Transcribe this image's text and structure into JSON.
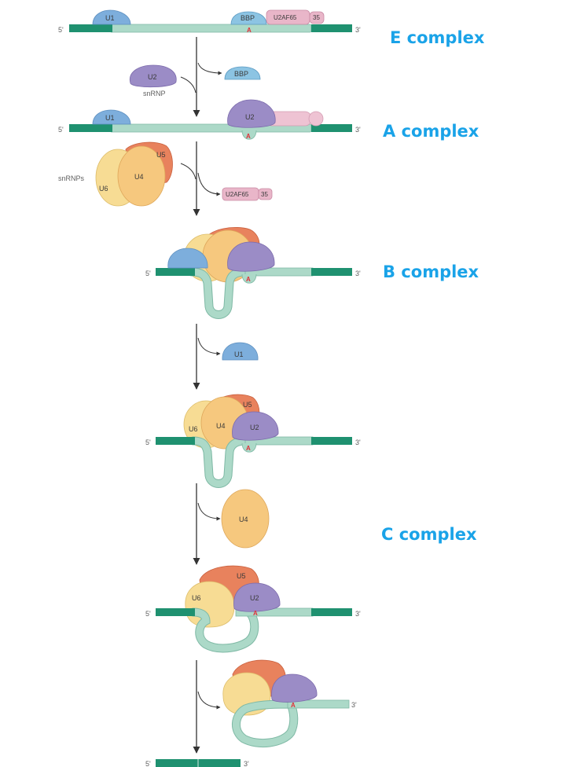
{
  "stage_labels": {
    "e": "E complex",
    "a": "A complex",
    "b": "B complex",
    "c": "C complex"
  },
  "ends": {
    "five": "5'",
    "three": "3'"
  },
  "branch_point": "A",
  "proteins": {
    "u1": "U1",
    "bbp": "BBP",
    "u2af65": "U2AF65",
    "u2af35": "35",
    "u2": "U2",
    "u4": "U4",
    "u5": "U5",
    "u6": "U6"
  },
  "labels": {
    "u2_snrnp": "snRNP",
    "snrnps": "snRNPs"
  },
  "colors": {
    "exon": "#1f9170",
    "intron": "#acd9c8",
    "u1": "#7daedc",
    "bbp": "#8cc4e3",
    "u2af": "#e9b6c9",
    "u2": "#9b8cc6",
    "u4": "#f6c87e",
    "u5": "#e8825d",
    "u6": "#f7dc94",
    "complex_label": "#1aa3e8",
    "branch_a": "#e0303a"
  }
}
